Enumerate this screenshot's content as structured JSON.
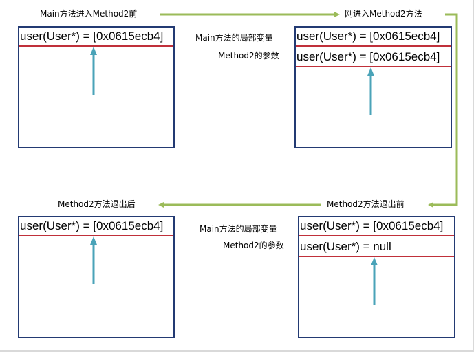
{
  "captions": {
    "before_enter": "Main方法进入Method2前",
    "just_entered": "刚进入Method2方法",
    "before_exit": "Method2方法退出前",
    "after_exit": "Method2方法退出后"
  },
  "side_labels": {
    "main_local_1": "Main方法的局部变量",
    "method2_param_1": "Method2的参数",
    "main_local_2": "Main方法的局部变量",
    "method2_param_2": "Method2的参数"
  },
  "slots": {
    "before_enter_main": "user(User*)  = [0x0615ecb4]",
    "just_entered_main": "user(User*)  = [0x0615ecb4]",
    "just_entered_param": "user(User*)  = [0x0615ecb4]",
    "after_exit_main": "user(User*)  = [0x0615ecb4]",
    "before_exit_main": "user(User*)  = [0x0615ecb4]",
    "before_exit_param": "user(User*)  = null"
  },
  "colors": {
    "box_border": "#233a73",
    "slot_line": "#c0303a",
    "pointer_arrow": "#4aa3b8",
    "flow_arrow": "#9bbb59"
  }
}
